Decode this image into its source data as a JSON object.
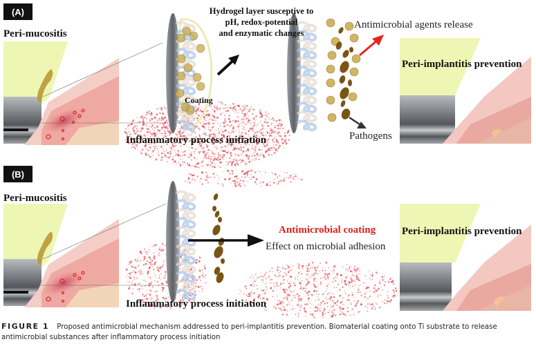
{
  "panels": [
    {
      "id": "A",
      "badge": "(A)",
      "left_label": "Peri-mucositis",
      "inflammation_label": "Inflammatory process initiation",
      "hydrogel_label": [
        "Hydrogel layer susceptive to",
        "pH, redox-potential",
        "and enzymatic changes"
      ],
      "coating_label": "Coating",
      "release_label": "Antimicrobial agents release",
      "pathogens_label": "Pathogens",
      "right_label": "Peri-implantitis prevention"
    },
    {
      "id": "B",
      "badge": "(B)",
      "left_label": "Peri-mucositis",
      "inflammation_label": "Inflammatory process initiation",
      "coating_title": "Antimicrobial coating",
      "coating_subtitle": "Effect on microbial adhesion",
      "right_label": "Peri-implantitis prevention"
    }
  ],
  "colors": {
    "crown": "#eef6b4",
    "tissue": "#f1b6ae",
    "tissue_light": "#f6d4cd",
    "implant": "#6e7276",
    "inflammation": "#d9313a",
    "biofilm": "#b08a2a",
    "pathogen": "#7a5414",
    "release_arrow": "#e8231f",
    "highlight_text": "#e0201c"
  },
  "caption": {
    "figure_label": "FIGURE 1",
    "text": "Proposed antimicrobial mechanism addressed to peri-implantitis prevention. Biomaterial coating onto Ti substrate to release antimicrobial substances after inflammatory process initiation"
  }
}
